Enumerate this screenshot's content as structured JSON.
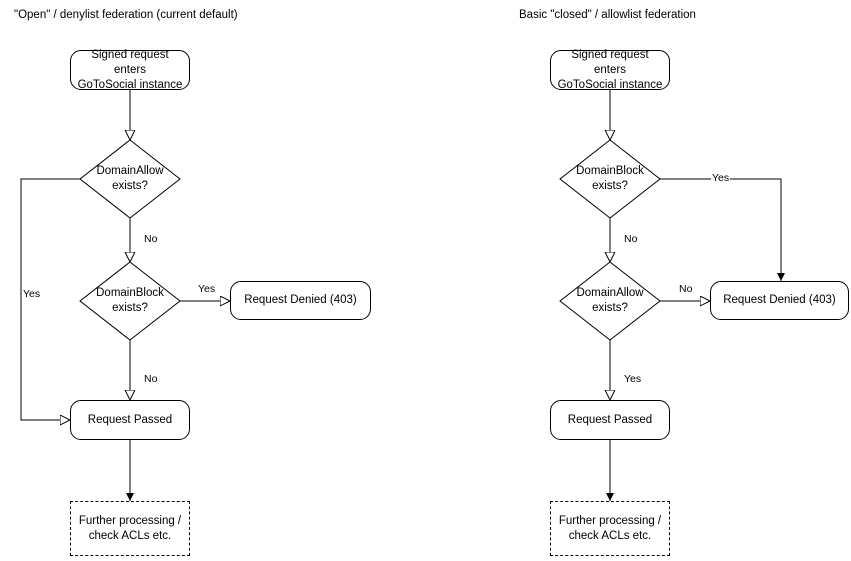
{
  "diagrams": [
    {
      "title": "\"Open\" / denylist federation (current default)",
      "nodes": {
        "start": "Signed request enters\nGoToSocial instance",
        "start_line1": "Signed request enters",
        "start_line2": "GoToSocial instance",
        "decision1_line1": "DomainAllow",
        "decision1_line2": "exists?",
        "decision2_line1": "DomainBlock",
        "decision2_line2": "exists?",
        "denied": "Request Denied (403)",
        "passed": "Request Passed",
        "further_line1": "Further processing /",
        "further_line2": "check ACLs etc."
      },
      "edge_labels": {
        "allow_yes": "Yes",
        "allow_no": "No",
        "block_yes": "Yes",
        "block_no": "No"
      }
    },
    {
      "title": "Basic \"closed\" / allowlist federation",
      "nodes": {
        "start_line1": "Signed request enters",
        "start_line2": "GoToSocial instance",
        "decision1_line1": "DomainBlock",
        "decision1_line2": "exists?",
        "decision2_line1": "DomainAllow",
        "decision2_line2": "exists?",
        "denied": "Request Denied (403)",
        "passed": "Request Passed",
        "further_line1": "Further processing /",
        "further_line2": "check ACLs etc."
      },
      "edge_labels": {
        "block_yes": "Yes",
        "block_no": "No",
        "allow_no": "No",
        "allow_yes": "Yes"
      }
    }
  ],
  "style": {
    "stroke": "#000000",
    "background": "#ffffff"
  }
}
